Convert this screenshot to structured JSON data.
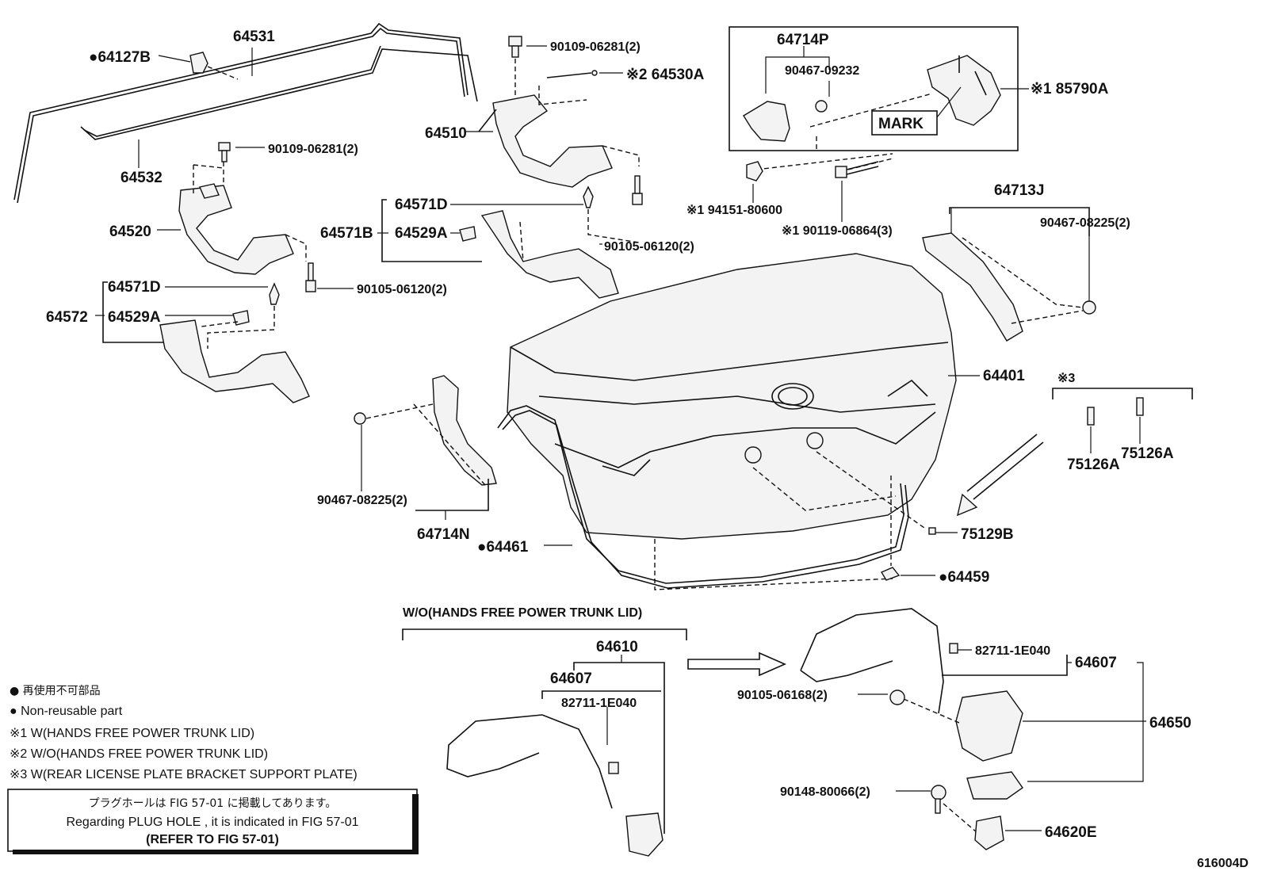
{
  "diagram_id": "616004D",
  "callouts": {
    "c64531": "64531",
    "c64127B": "●64127B",
    "c64532": "64532",
    "c90109a": "90109-06281(2)",
    "c64530A": "※2 64530A",
    "c64510": "64510",
    "c64714P": "64714P",
    "c90467_09232": "90467-09232",
    "c85790A": "※1 85790A",
    "mark": "MARK",
    "c90109b": "90109-06281(2)",
    "c64520": "64520",
    "c64571D_a": "64571D",
    "c64571B": "64571B",
    "c64529A_a": "64529A",
    "c90105_a": "90105-06120(2)",
    "c194151": "※1 94151-80600",
    "c190119": "※1 90119-06864(3)",
    "c64713J": "64713J",
    "c90467_08225_a": "90467-08225(2)",
    "c64571D_b": "64571D",
    "c64572": "64572",
    "c64529A_b": "64529A",
    "c90105_b": "90105-06120(2)",
    "c64401": "64401",
    "c_note3": "※3",
    "c75126A_a": "75126A",
    "c75126A_b": "75126A",
    "c90467_08225_b": "90467-08225(2)",
    "c64714N": "64714N",
    "c64461": "●64461",
    "c75129B": "75129B",
    "c64459": "●64459",
    "wo_hands_free": "W/O(HANDS FREE POWER TRUNK LID)",
    "c64610": "64610",
    "c64607_a": "64607",
    "c82711_a": "82711-1E040",
    "c82711_b": "82711-1E040",
    "c64607_b": "64607",
    "c90105_06168": "90105-06168(2)",
    "c64650": "64650",
    "c90148": "90148-80066(2)",
    "c64620E": "64620E"
  },
  "legend": {
    "nonreusable_ja": "● 再使用不可部品",
    "nonreusable_en": "● Non-reusable part",
    "note1": "※1 W(HANDS FREE POWER TRUNK LID)",
    "note2": "※2 W/O(HANDS FREE POWER TRUNK LID)",
    "note3": "※3 W(REAR LICENSE PLATE BRACKET SUPPORT PLATE)"
  },
  "refbox": {
    "line1": "プラグホールは FIG 57-01 に掲載してあります。",
    "line2": "Regarding PLUG HOLE , it is indicated in FIG 57-01",
    "line3": "(REFER TO FIG 57-01)"
  }
}
